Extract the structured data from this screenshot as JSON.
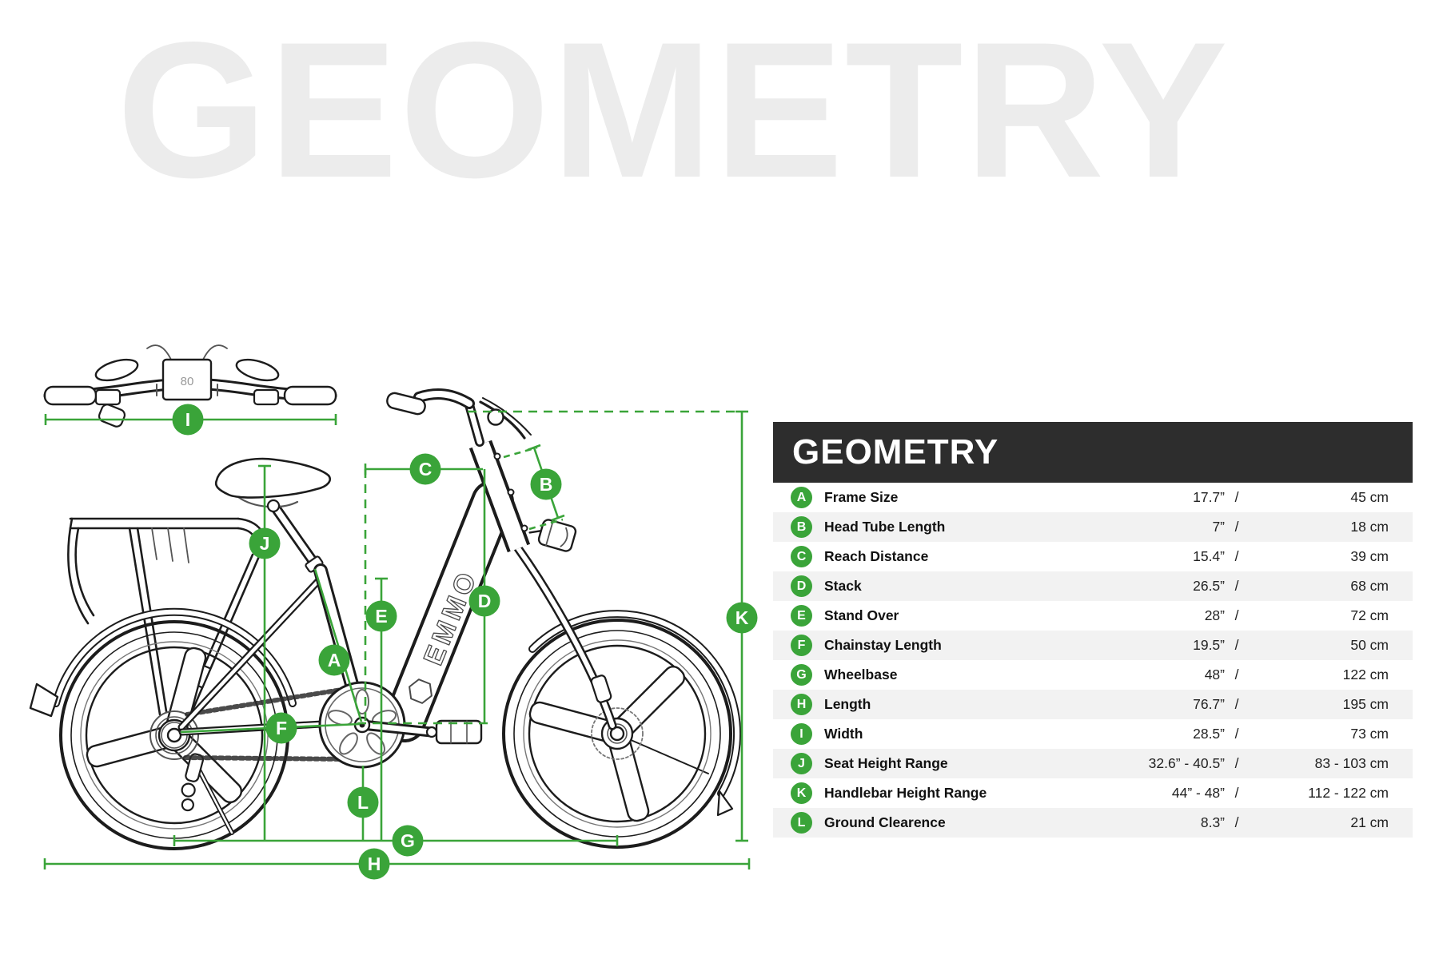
{
  "watermark": "GEOMETRY",
  "colors": {
    "accent_green": "#3aa439",
    "table_header_bg": "#2d2d2d",
    "table_row_alt": "#f2f2f2",
    "watermark_gray": "#ececec",
    "line_ink": "#1c1c1c"
  },
  "diagram": {
    "display_value": "80",
    "frame_logo": "EMMO"
  },
  "table": {
    "title": "GEOMETRY",
    "separator": "/",
    "rows": [
      {
        "letter": "A",
        "label": "Frame Size",
        "inches": "17.7”",
        "cm": "45 cm"
      },
      {
        "letter": "B",
        "label": "Head Tube Length",
        "inches": "7”",
        "cm": "18 cm"
      },
      {
        "letter": "C",
        "label": "Reach Distance",
        "inches": "15.4”",
        "cm": "39 cm"
      },
      {
        "letter": "D",
        "label": "Stack",
        "inches": "26.5”",
        "cm": "68 cm"
      },
      {
        "letter": "E",
        "label": "Stand Over",
        "inches": "28”",
        "cm": "72 cm"
      },
      {
        "letter": "F",
        "label": "Chainstay Length",
        "inches": "19.5”",
        "cm": "50 cm"
      },
      {
        "letter": "G",
        "label": "Wheelbase",
        "inches": "48”",
        "cm": "122 cm"
      },
      {
        "letter": "H",
        "label": "Length",
        "inches": "76.7”",
        "cm": "195 cm"
      },
      {
        "letter": "I",
        "label": "Width",
        "inches": "28.5”",
        "cm": "73 cm"
      },
      {
        "letter": "J",
        "label": "Seat Height Range",
        "inches": "32.6” -  40.5”",
        "cm": "83 - 103 cm"
      },
      {
        "letter": "K",
        "label": "Handlebar Height Range",
        "inches": "44” -  48”",
        "cm": "112 - 122 cm"
      },
      {
        "letter": "L",
        "label": "Ground Clearence",
        "inches": "8.3”",
        "cm": "21 cm"
      }
    ]
  }
}
